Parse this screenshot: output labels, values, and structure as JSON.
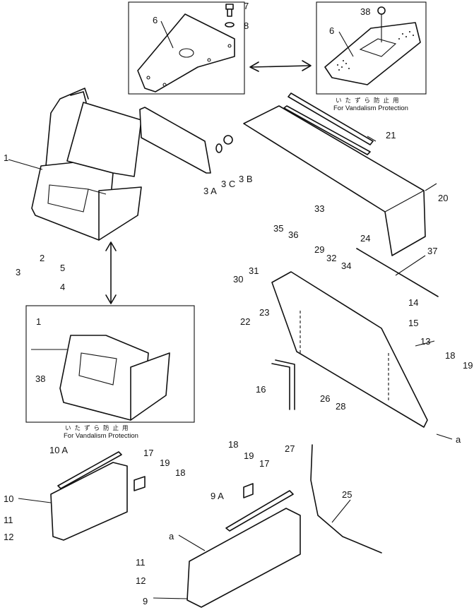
{
  "labels": {
    "l1": "1",
    "l1b": "1",
    "l2": "2",
    "l3": "3",
    "l3a": "3 A",
    "l3b": "3 B",
    "l3c": "3 C",
    "l4": "4",
    "l5": "5",
    "l6": "6",
    "l6b": "6",
    "l7": "7",
    "l8": "8",
    "l9": "9",
    "l9a": "9 A",
    "l10": "10",
    "l10a": "10 A",
    "l11": "11",
    "l11b": "11",
    "l12": "12",
    "l12b": "12",
    "l13": "13",
    "l14": "14",
    "l15": "15",
    "l16": "16",
    "l17": "17",
    "l17b": "17",
    "l18": "18",
    "l18b": "18",
    "l18c": "18",
    "l19": "19",
    "l19b": "19",
    "l19c": "19",
    "l20": "20",
    "l21": "21",
    "l22": "22",
    "l23": "23",
    "l24": "24",
    "l25": "25",
    "l26": "26",
    "l27": "27",
    "l28": "28",
    "l29": "29",
    "l30": "30",
    "l31": "31",
    "l32": "32",
    "l33": "33",
    "l34": "34",
    "l35": "35",
    "l36": "36",
    "l37": "37",
    "l38": "38",
    "l38b": "38",
    "la1": "a",
    "la2": "a"
  },
  "captions": {
    "vandal_jp_top": "いたずら防止用",
    "vandal_en_top": "For Vandalism Protection",
    "vandal_jp_mid": "いたずら防止用",
    "vandal_en_mid": "For Vandalism Protection"
  }
}
